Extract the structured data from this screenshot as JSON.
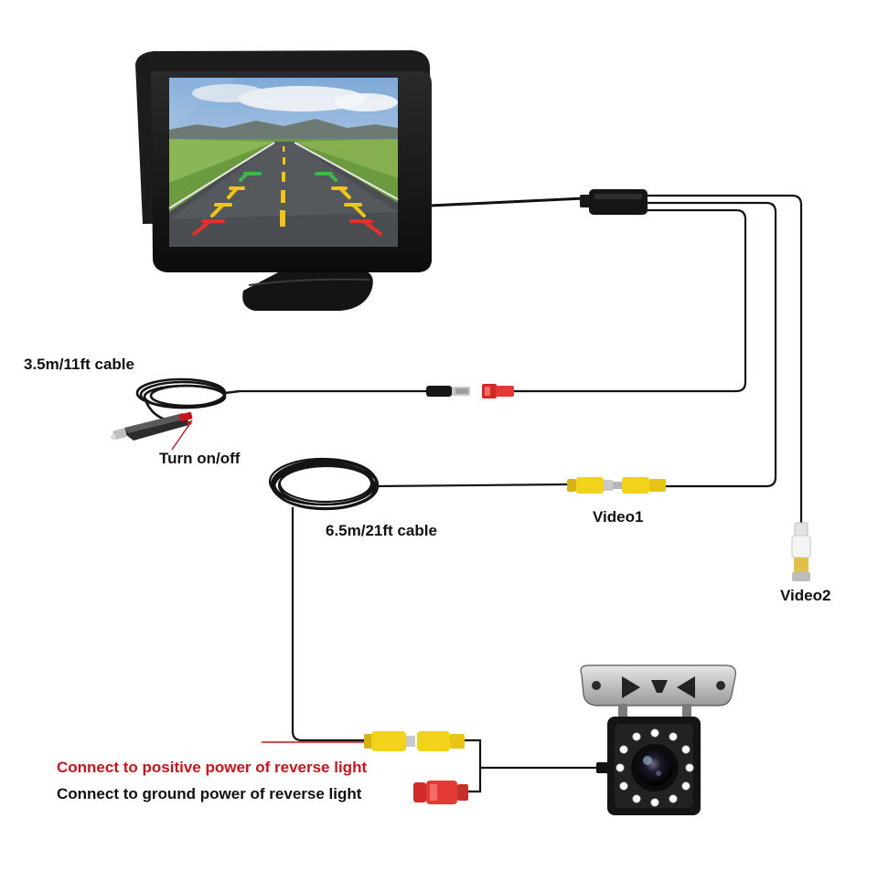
{
  "labels": {
    "cable_power": "3.5m/11ft cable",
    "switch": "Turn on/off",
    "cable_video": "6.5m/21ft cable",
    "video1": "Video1",
    "video2": "Video2",
    "positive": "Connect to positive power of reverse light",
    "ground": "Connect to ground power of reverse light"
  },
  "colors": {
    "positive_text": "#c4161c",
    "text": "#111111",
    "rca_yellow": "#f2d21b",
    "rca_red": "#e23b35",
    "wire": "#111111"
  },
  "icons": {
    "monitor": "monitor-icon",
    "plug": "cigarette-plug-icon",
    "camera": "backup-camera-icon",
    "coil": "cable-coil-icon",
    "rca": "rca-connector-icon"
  }
}
